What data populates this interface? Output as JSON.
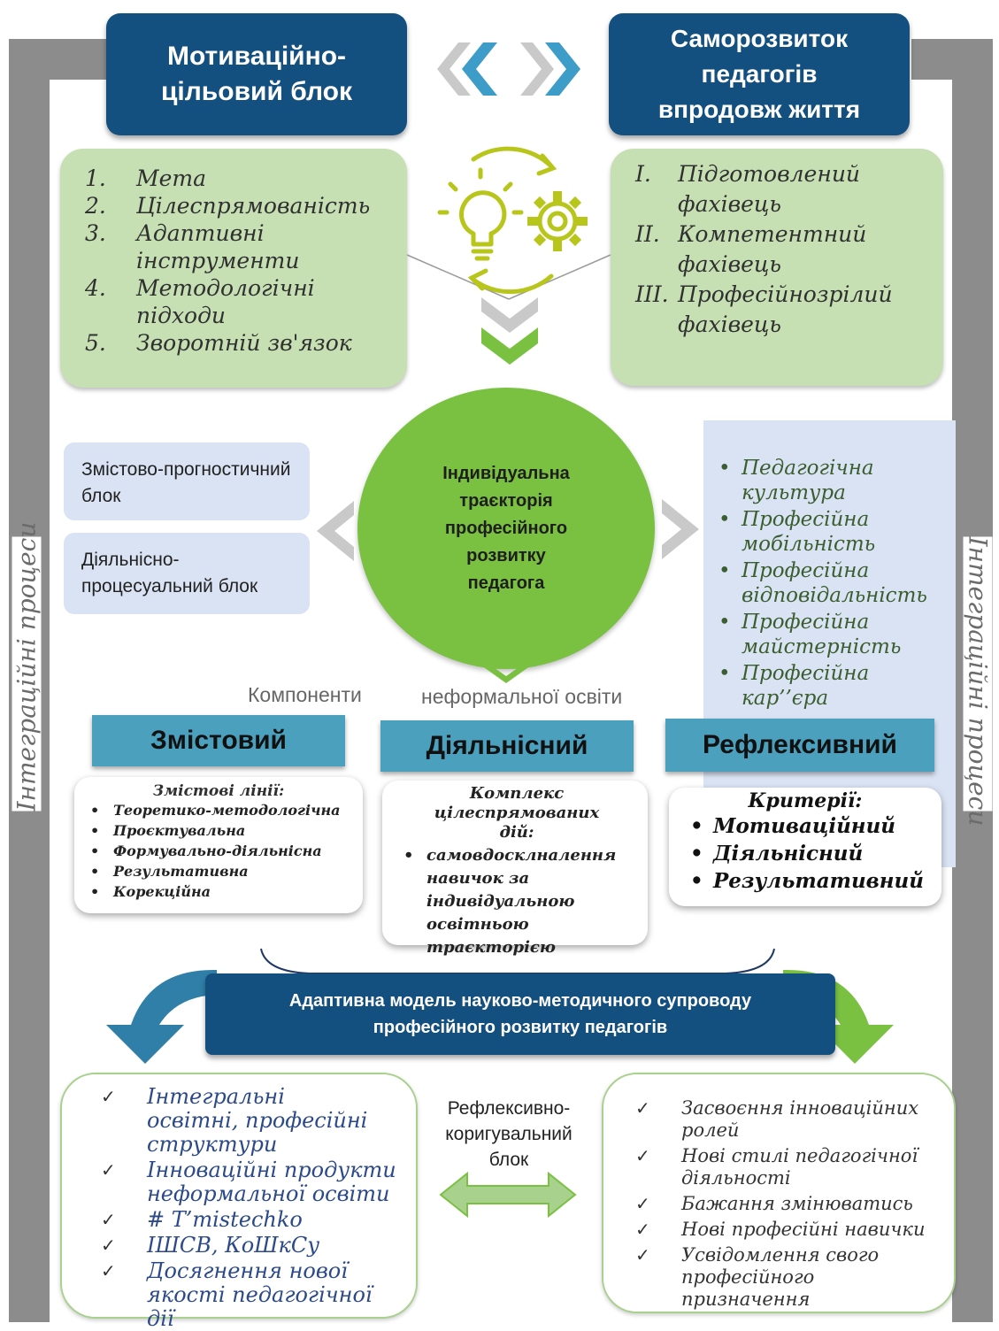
{
  "colors": {
    "navy": "#134f7f",
    "light_green": "#c6e0b4",
    "bright_green": "#7ac142",
    "teal": "#4aa0bd",
    "light_blue": "#dae3f3",
    "grey_frame": "#8c8c8c",
    "icon_yellow_green": "#b8c51a"
  },
  "side_labels": {
    "left": "Інтеграційні процеси",
    "right": "Інтеграційні процеси"
  },
  "top": {
    "left_title": "Мотиваційно-цільовий блок",
    "right_title": "Саморозвиток педагогів впродовж життя",
    "left_list": [
      {
        "num": "1.",
        "text": "Мета"
      },
      {
        "num": "2.",
        "text": "Цілеспрямованість"
      },
      {
        "num": "3.",
        "text": "Адаптивні інструменти"
      },
      {
        "num": "4.",
        "text": "Методологічні підходи"
      },
      {
        "num": "5.",
        "text": "Зворотній зв'язок"
      }
    ],
    "right_list": [
      {
        "num": "I.",
        "text": "Підготовлений фахівець"
      },
      {
        "num": "II.",
        "text": "Компетентний фахівець"
      },
      {
        "num": "III.",
        "text": "Професійнозрілий фахівець"
      }
    ]
  },
  "middle": {
    "circle_text": "Індивідуальна траєкторія професійного розвитку педагога",
    "left_boxes": [
      "Змістово-прогностичний блок",
      "Діяльнісно-процесуальний блок"
    ],
    "right_list": [
      "Педагогічна культура",
      "Професійна мобільність",
      "Професійна відповідальність",
      "Професійна майстерність",
      "Професійна кар’’єра"
    ]
  },
  "components": {
    "caption_left": "Компоненти",
    "caption_right": "неформальної освіти",
    "content": {
      "title": "Змістовий",
      "subtitle": "Змістові лінії:",
      "items": [
        "Теоретико-методологічна",
        "Проєктувальна",
        "Формувально-діяльнісна",
        "Результативна",
        "Корекційна"
      ]
    },
    "activity": {
      "title": "Діяльнісний",
      "subtitle": "Комплекс цілеспрямованих дій:",
      "items": [
        "самовдосклналення навичок за індивідуальною освітньою траєкторією"
      ]
    },
    "reflexive": {
      "title": "Рефлексивний",
      "subtitle": "Критерії:",
      "items": [
        "Мотиваційний",
        "Діяльнісний",
        "Результативний"
      ]
    }
  },
  "model": {
    "text": "Адаптивна модель науково-методичного супроводу професійного  розвитку педагогів"
  },
  "bottom": {
    "center_label": "Рефлексивно-коригувальний блок",
    "left_list": [
      "Інтегральні освітні, професійні структури",
      "Інноваційні   продукти неформальної освіти",
      "# Т’mistechko",
      "ІШСВ, КоШкСу",
      "Досягнення нової якості педагогічної дії"
    ],
    "right_list": [
      "Засвоєння інноваційних ролей",
      "Нові стилі педагогічної діяльності",
      "Бажання змінюватись",
      "Нові професійні навички",
      "Усвідомлення свого професійного призначення"
    ]
  }
}
